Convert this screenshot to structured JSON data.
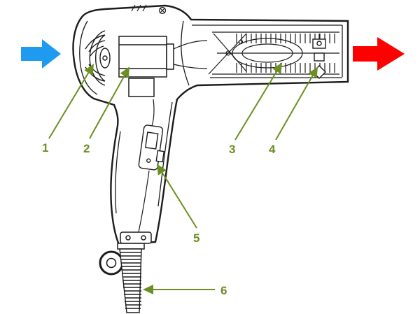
{
  "figure": {
    "background": "#ffffff",
    "outline_color": "#1c1c1c"
  },
  "airflow": {
    "intake_color": "#1e9bef",
    "exhaust_color": "#fd0100"
  },
  "callouts": {
    "color": "#6b8f22",
    "items": [
      {
        "text": "1",
        "target": "fan-impeller"
      },
      {
        "text": "2",
        "target": "motor"
      },
      {
        "text": "3",
        "target": "heating-element"
      },
      {
        "text": "4",
        "target": "thermal-cutout"
      },
      {
        "text": "5",
        "target": "power-switch"
      },
      {
        "text": "6",
        "target": "power-cord"
      }
    ]
  }
}
